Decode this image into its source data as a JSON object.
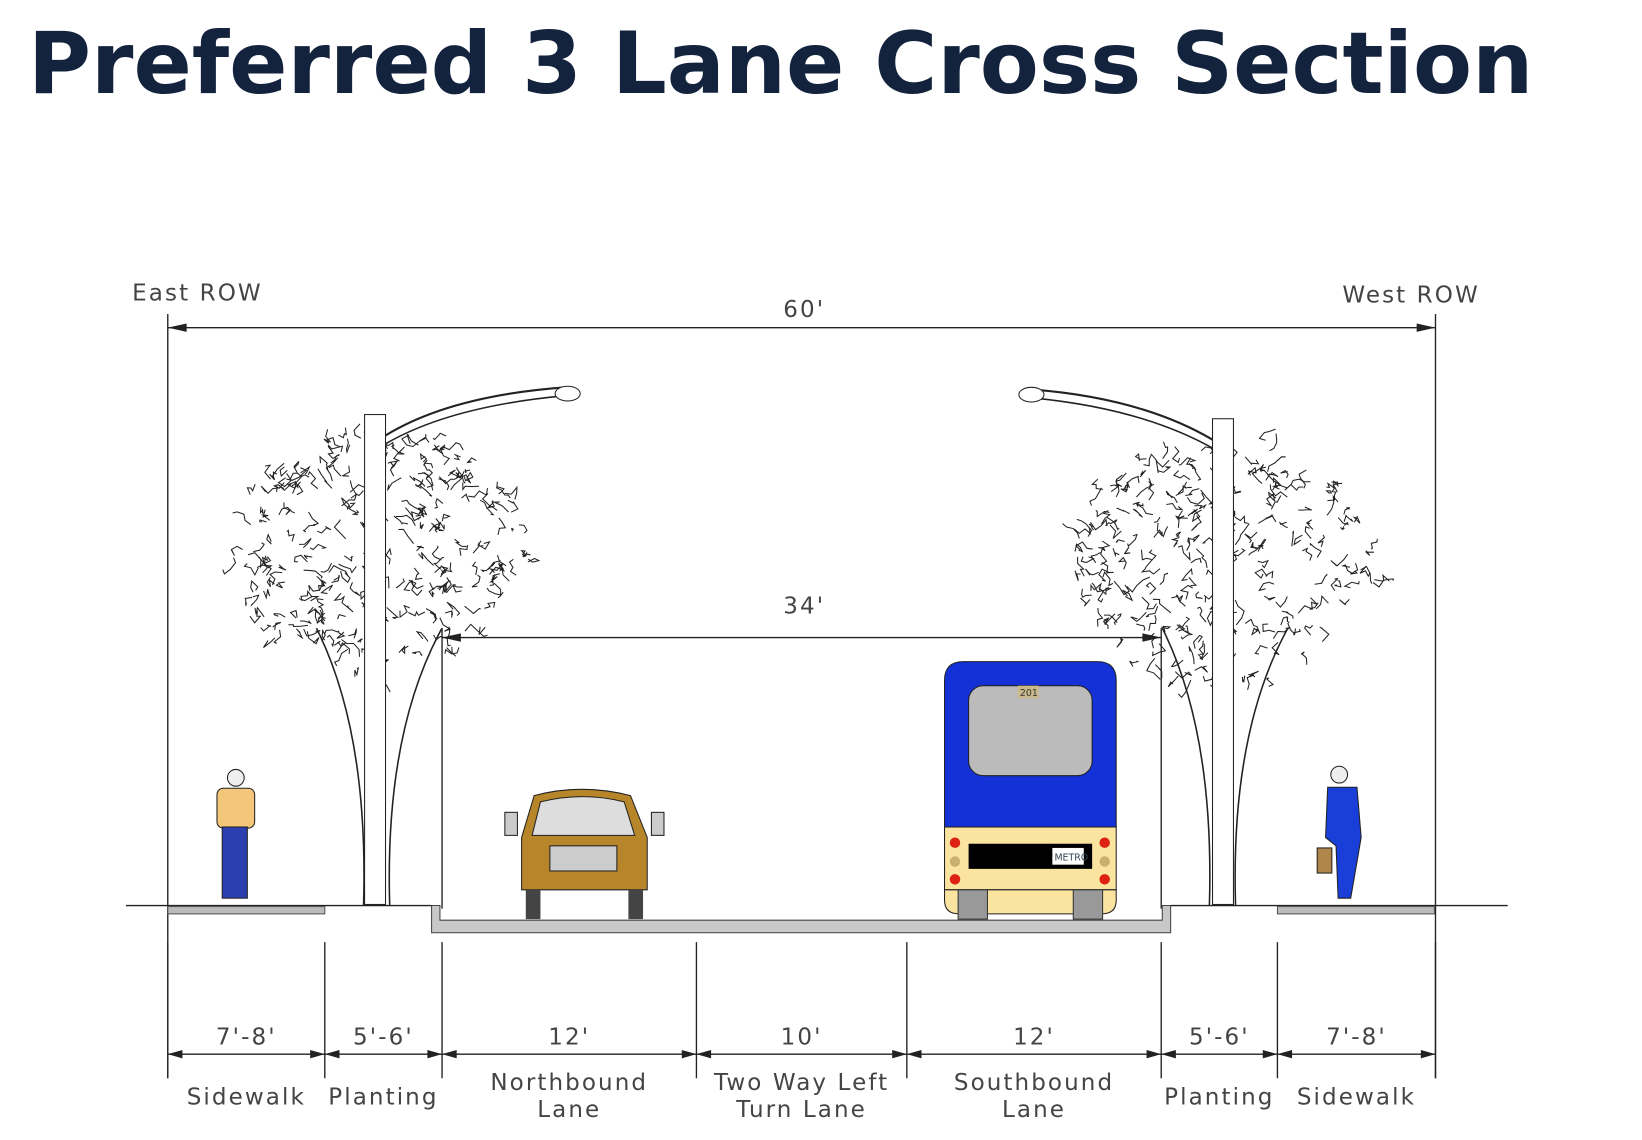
{
  "title": "Preferred 3 Lane Cross Section",
  "row_labels": {
    "east": "East ROW",
    "west": "West ROW"
  },
  "overall_width": "60'",
  "curb_width": "34'",
  "segments": [
    {
      "width": "7'-8'",
      "name": [
        "Sidewalk"
      ]
    },
    {
      "width": "5'-6'",
      "name": [
        "Planting"
      ]
    },
    {
      "width": "12'",
      "name": [
        "Northbound",
        "Lane"
      ]
    },
    {
      "width": "10'",
      "name": [
        "Two Way Left",
        "Turn Lane"
      ]
    },
    {
      "width": "12'",
      "name": [
        "Southbound",
        "Lane"
      ]
    },
    {
      "width": "5'-6'",
      "name": [
        "Planting"
      ]
    },
    {
      "width": "7'-8'",
      "name": [
        "Sidewalk"
      ]
    }
  ],
  "bus": {
    "route_number": "201",
    "logo": "METRO"
  },
  "colors": {
    "title": "#14233d",
    "bus_top": "#1431d8",
    "bus_bottom": "#fbe3a0",
    "van": "#b8862a"
  }
}
